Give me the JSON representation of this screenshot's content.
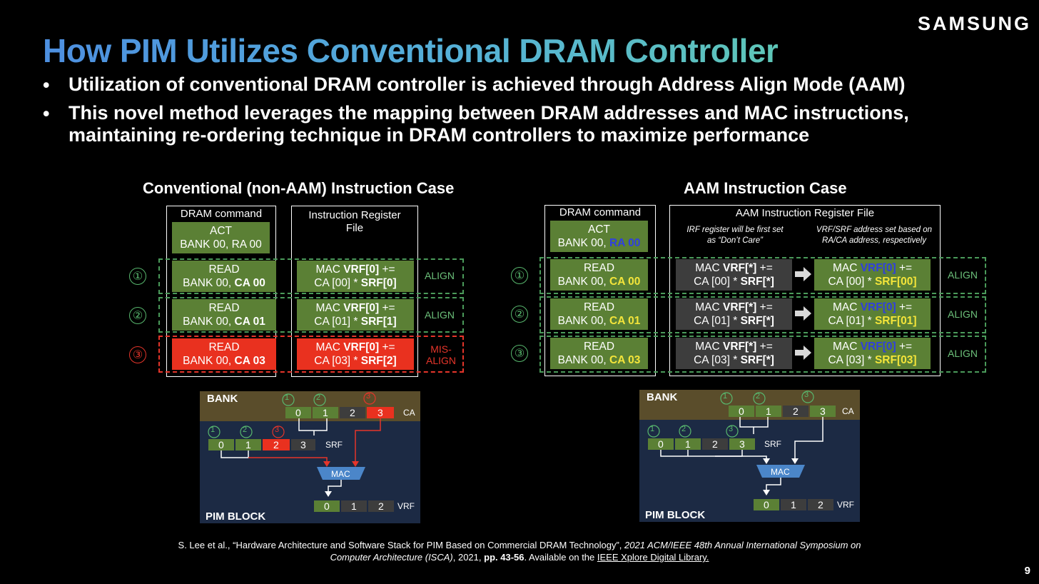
{
  "slide": {
    "title": "How PIM Utilizes Conventional DRAM Controller",
    "logo": "SAMSUNG",
    "bullets": [
      "Utilization of conventional DRAM controller is achieved through Address Align Mode (AAM)",
      "This novel method leverages the mapping between DRAM addresses and MAC instructions,",
      "maintaining re-ordering technique in DRAM controllers to maximize performance"
    ],
    "page_number": "9"
  },
  "left": {
    "title": "Conventional (non-AAM) Instruction Case",
    "dram_header": "DRAM command",
    "irf_header_1": "Instruction Register",
    "irf_header_2": "File",
    "act_1": "ACT",
    "act_2": "BANK 00, RA 00",
    "rows": [
      {
        "num": "①",
        "cmd": "READ",
        "bank": "BANK 00, ",
        "ca": "CA 00",
        "mac_a": "MAC ",
        "vrf": "VRF[0]",
        "mac_b": " +=",
        "ca_idx": "CA [00] * ",
        "srf": "SRF[0]",
        "label": "ALIGN"
      },
      {
        "num": "②",
        "cmd": "READ",
        "bank": "BANK 00, ",
        "ca": "CA 01",
        "mac_a": "MAC ",
        "vrf": "VRF[0]",
        "mac_b": " +=",
        "ca_idx": "CA [01] * ",
        "srf": "SRF[1]",
        "label": "ALIGN"
      },
      {
        "num": "③",
        "cmd": "READ",
        "bank": "BANK 00, ",
        "ca": "CA 03",
        "mac_a": "MAC ",
        "vrf": "VRF[0]",
        "mac_b": " +=",
        "ca_idx": "CA [03] * ",
        "srf": "SRF[2]",
        "label_1": "MIS-",
        "label_2": "ALIGN"
      }
    ]
  },
  "right": {
    "title": "AAM Instruction Case",
    "dram_header": "DRAM command",
    "irf_header": "AAM Instruction Register File",
    "note_left_1": "IRF register will be first set",
    "note_left_2": "as “Don’t Care”",
    "note_right_1": "VRF/SRF address set based on",
    "note_right_2": "RA/CA address, respectively",
    "act_1": "ACT",
    "act_2a": "BANK 00, ",
    "act_2b": "RA 00",
    "rows": [
      {
        "num": "①",
        "cmd": "READ",
        "bank": "BANK 00, ",
        "ca": "CA 00",
        "dc_a": "MAC ",
        "dc_vrf": "VRF[*]",
        "dc_b": " +=",
        "dc_ca": "CA [00] * ",
        "dc_srf": "SRF[*]",
        "mac_a": "MAC ",
        "vrf": "VRF[0]",
        "mac_b": " +=",
        "ca_idx": "CA [00] * ",
        "srf": "SRF[00]",
        "label": "ALIGN"
      },
      {
        "num": "②",
        "cmd": "READ",
        "bank": "BANK 00, ",
        "ca": "CA 01",
        "dc_a": "MAC ",
        "dc_vrf": "VRF[*]",
        "dc_b": " +=",
        "dc_ca": "CA [01] * ",
        "dc_srf": "SRF[*]",
        "mac_a": "MAC ",
        "vrf": "VRF[0]",
        "mac_b": " +=",
        "ca_idx": "CA [01] * ",
        "srf": "SRF[01]",
        "label": "ALIGN"
      },
      {
        "num": "③",
        "cmd": "READ",
        "bank": "BANK 00, ",
        "ca": "CA 03",
        "dc_a": "MAC ",
        "dc_vrf": "VRF[*]",
        "dc_b": " +=",
        "dc_ca": "CA [03] * ",
        "dc_srf": "SRF[*]",
        "mac_a": "MAC ",
        "vrf": "VRF[0]",
        "mac_b": " +=",
        "ca_idx": "CA [03] * ",
        "srf": "SRF[03]",
        "label": "ALIGN"
      }
    ]
  },
  "diagram": {
    "bank": "BANK",
    "pim_block": "PIM BLOCK",
    "ca": "CA",
    "srf": "SRF",
    "vrf": "VRF",
    "mac": "MAC",
    "n1": "①",
    "n2": "②",
    "n3": "③",
    "d0": "0",
    "d1": "1",
    "d2": "2",
    "d3": "3"
  },
  "reference": {
    "part1": "S. Lee et al., “Hardware Architecture and Software Stack for PIM Based on Commercial DRAM Technology”, ",
    "part2": "2021 ACM/IEEE 48th Annual International Symposium on",
    "part3": "Computer Architecture (ISCA)",
    "part4": ", 2021, ",
    "part5": "pp. 43-56",
    "part6": ". Available on the ",
    "part7": "IEEE Xplore Digital Library."
  },
  "colors": {
    "green": "#5b8035",
    "red": "#e9311f",
    "yellow": "#f4e53a",
    "blue": "#2f3fe0",
    "bank_bg": "#5a4d2b",
    "pim_bg": "#1c2a44",
    "mac_blue": "#4b86c9"
  }
}
